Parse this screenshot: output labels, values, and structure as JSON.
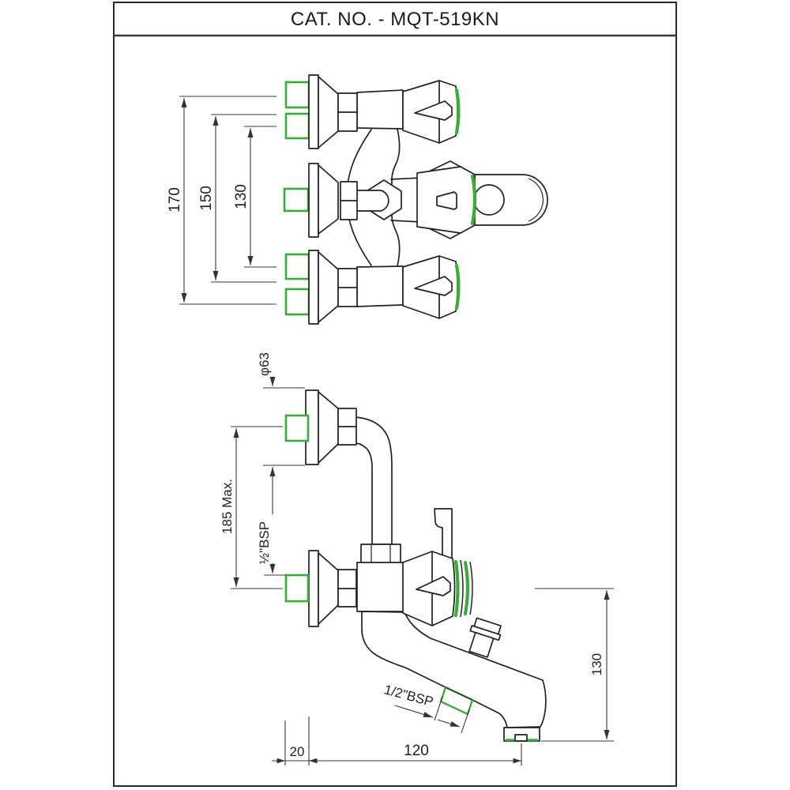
{
  "title": "CAT. NO. - MQT-519KN",
  "colors": {
    "accent_green": "#3aad39",
    "line": "#222222"
  },
  "labels": {
    "plan": {
      "spacing_outer": "170",
      "spacing_mid": "150",
      "spacing_inner": "130"
    },
    "elevation": {
      "flange_dia": "φ63",
      "height_max": "185 Max.",
      "wall_thread": "½\"BSP",
      "shower_thread": "1/2\"BSP",
      "drop": "130",
      "wall_offset": "20",
      "reach": "120"
    }
  }
}
